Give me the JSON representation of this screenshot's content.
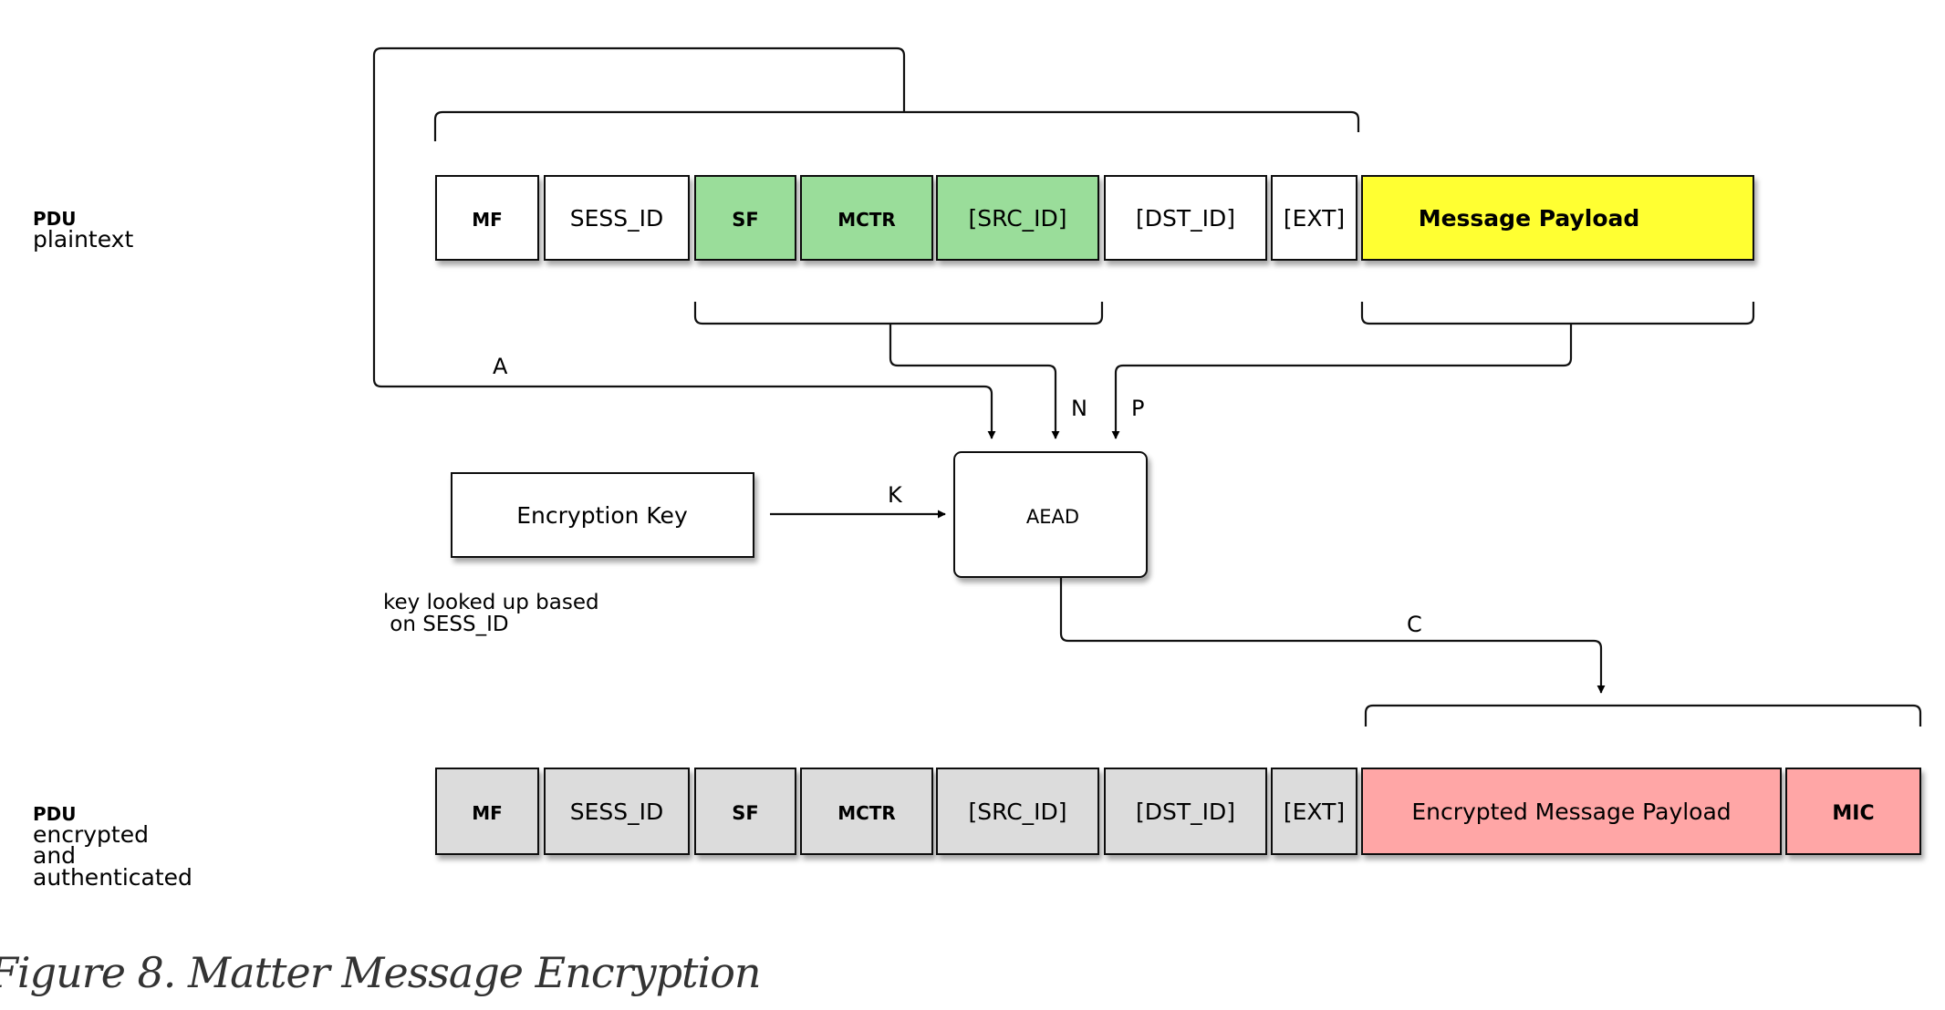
{
  "figure": {
    "caption": "Figure 8. Matter Message Encryption"
  },
  "diagram": {
    "colors": {
      "plain": "#ffffff",
      "protected": "#9add9a",
      "payload": "#ffff33",
      "header_encrypted": "#dcdcdc",
      "encrypted": "#ffa6a6"
    },
    "row_plaintext": {
      "label_lines": [
        "PDU",
        "plaintext"
      ],
      "fields": [
        {
          "id": "mf",
          "label": "MF",
          "kind": "plain"
        },
        {
          "id": "sess-id",
          "label": "SESS_ID",
          "kind": "plain"
        },
        {
          "id": "sf",
          "label": "SF",
          "kind": "protected"
        },
        {
          "id": "mctr",
          "label": "MCTR",
          "kind": "protected"
        },
        {
          "id": "src-id",
          "label": "[SRC_ID]",
          "kind": "protected"
        },
        {
          "id": "dst-id",
          "label": "[DST_ID]",
          "kind": "plain"
        },
        {
          "id": "ext",
          "label": "[EXT]",
          "kind": "plain"
        },
        {
          "id": "message-payload",
          "label": "Message Payload",
          "kind": "payload"
        }
      ]
    },
    "row_encrypted": {
      "label_lines": [
        "PDU",
        "encrypted",
        "and",
        "authenticated"
      ],
      "fields": [
        {
          "id": "mf",
          "label": "MF",
          "kind": "header_encrypted"
        },
        {
          "id": "sess-id",
          "label": "SESS_ID",
          "kind": "header_encrypted"
        },
        {
          "id": "sf",
          "label": "SF",
          "kind": "header_encrypted"
        },
        {
          "id": "mctr",
          "label": "MCTR",
          "kind": "header_encrypted"
        },
        {
          "id": "src-id",
          "label": "[SRC_ID]",
          "kind": "header_encrypted"
        },
        {
          "id": "dst-id",
          "label": "[DST_ID]",
          "kind": "header_encrypted"
        },
        {
          "id": "ext",
          "label": "[EXT]",
          "kind": "header_encrypted"
        },
        {
          "id": "encrypted-message-payload",
          "label": "Encrypted Message Payload",
          "kind": "encrypted"
        },
        {
          "id": "mic",
          "label": "MIC",
          "kind": "encrypted"
        }
      ]
    },
    "encryption_key": {
      "label": "Encryption Key"
    },
    "key_note_lines": [
      "key looked up based",
      " on SESS_ID"
    ],
    "aead": {
      "label": "AEAD"
    },
    "edges": {
      "a": "A",
      "n": "N",
      "p": "P",
      "k": "K",
      "c": "C"
    }
  }
}
